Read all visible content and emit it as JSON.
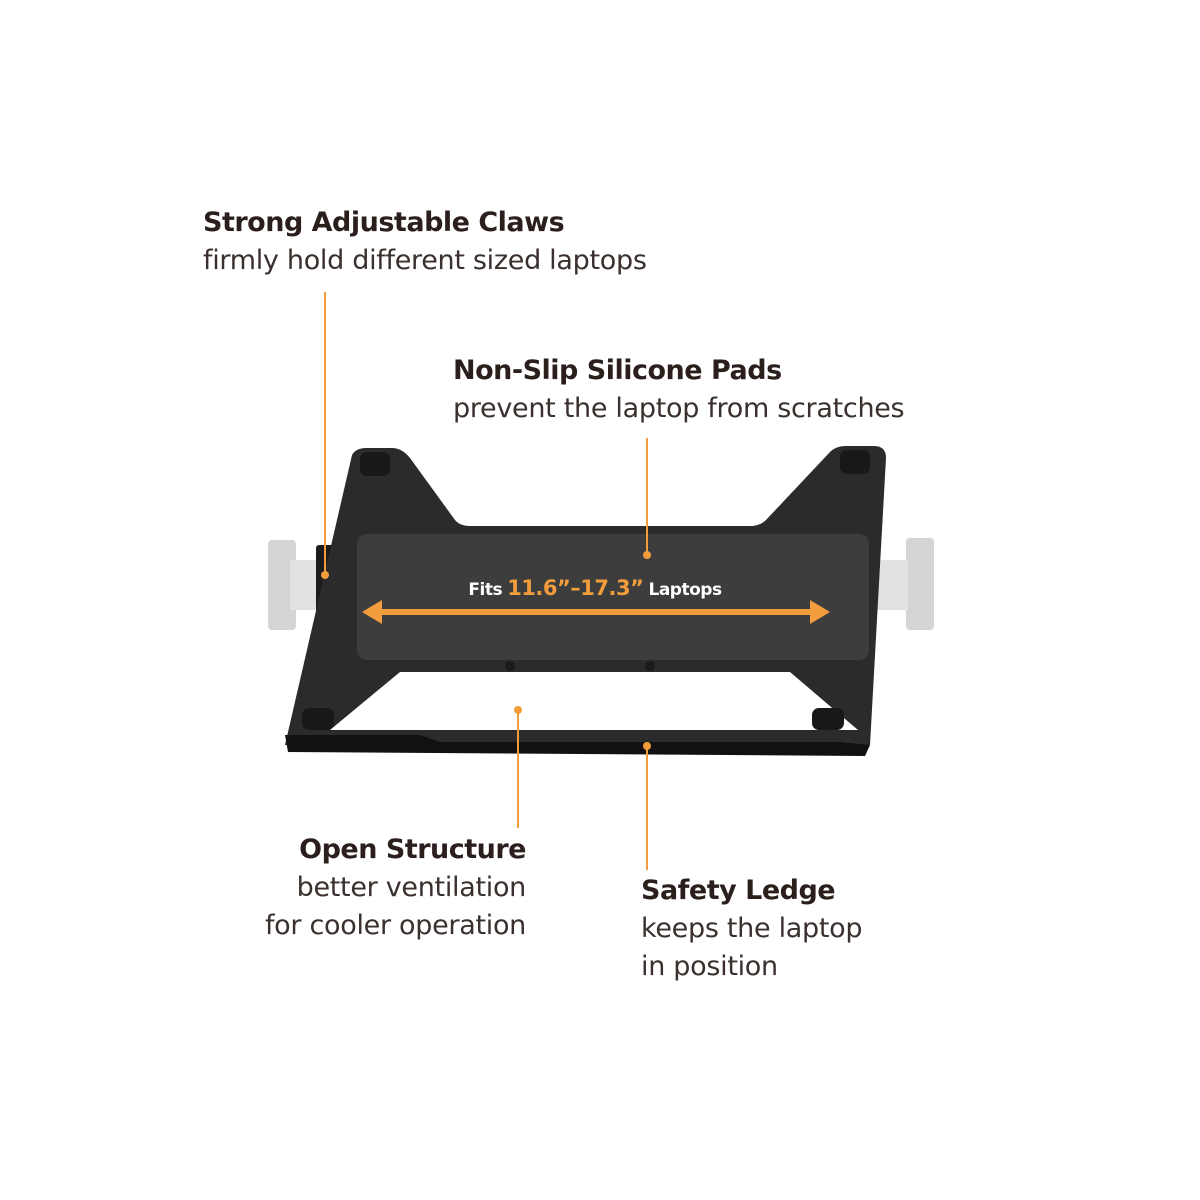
{
  "accent_color": "#f29d3c",
  "callouts": {
    "claws": {
      "title": "Strong Adjustable Claws",
      "lines": [
        "firmly hold different sized laptops"
      ]
    },
    "pads": {
      "title": "Non-Slip Silicone Pads",
      "lines": [
        "prevent the laptop from scratches"
      ]
    },
    "open": {
      "title": "Open Structure",
      "lines": [
        "better ventilation",
        "for cooler operation"
      ]
    },
    "ledge": {
      "title": "Safety Ledge",
      "lines": [
        "keeps the laptop",
        "in position"
      ]
    }
  },
  "fit_label": {
    "prefix": "Fits",
    "range": "11.6”–17.3”",
    "suffix": "Laptops"
  }
}
